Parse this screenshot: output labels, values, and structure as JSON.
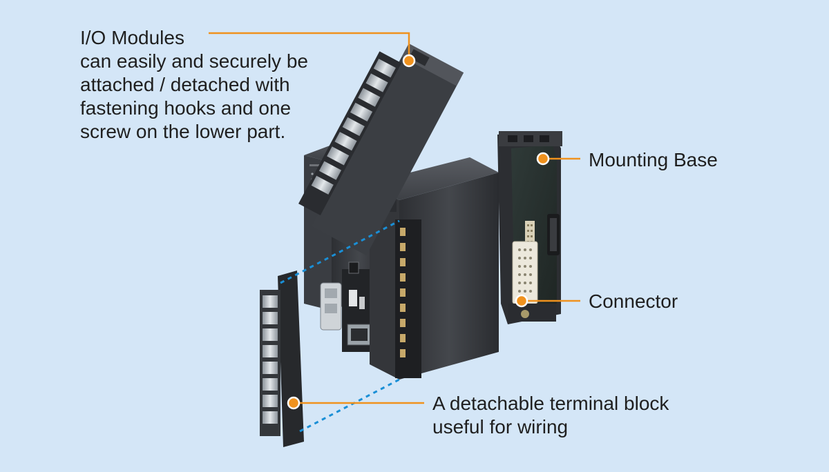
{
  "callouts": {
    "io_modules": {
      "lines": [
        "I/O Modules",
        "can easily and securely be",
        "attached / detached with",
        "fastening hooks and one",
        "screw on the lower part."
      ]
    },
    "mounting_base": {
      "label": "Mounting Base"
    },
    "connector": {
      "label": "Connector"
    },
    "terminal_block": {
      "lines": [
        "A detachable terminal block",
        "useful for wiring"
      ]
    }
  },
  "colors": {
    "background": "#d4e6f7",
    "leader_line": "#f0921e",
    "marker_fill": "#f0921e",
    "dashed_guide": "#1a8fd6",
    "device_body": "#3b3d41",
    "device_dark": "#26282b",
    "terminal_metal": "#b9bec4"
  },
  "icons": {
    "marker": "orange-dot-marker",
    "device": "plc-module-illustration"
  }
}
